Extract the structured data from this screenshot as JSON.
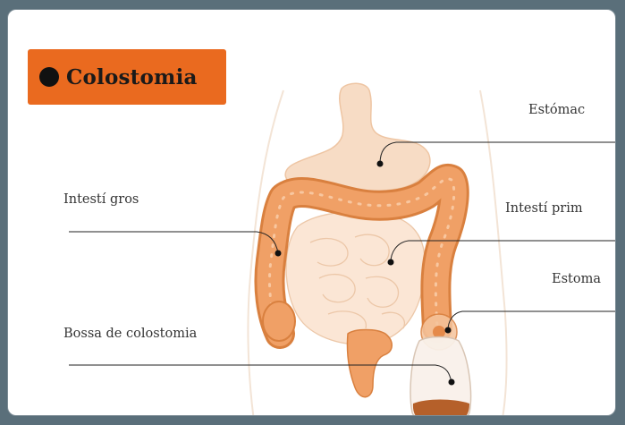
{
  "title": "Colostomia",
  "labels": {
    "stomach": "Estómac",
    "large_intestine": "Intestí gros",
    "small_intestine": "Intestí prim",
    "stoma": "Estoma",
    "colostomy_bag": "Bossa de colostomia"
  },
  "colors": {
    "banner": "#ea6a1f",
    "colon": "#f0a066",
    "colon_dark": "#d9803f",
    "organ_pale": "#f7dcc5",
    "leader_line": "#222222",
    "bag_fill": "#b5602a"
  }
}
